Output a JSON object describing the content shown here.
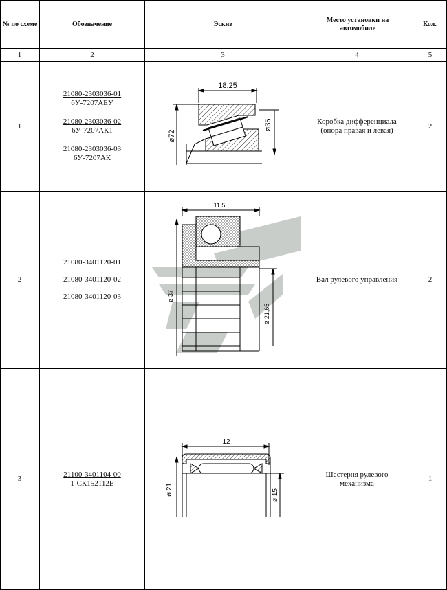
{
  "headers": {
    "no": "№ по схеме",
    "designation": "Обозначение",
    "sketch": "Эскиз",
    "place": "Место установки на автомобиле",
    "qty": "Кол."
  },
  "col_numbers": [
    "1",
    "2",
    "3",
    "4",
    "5"
  ],
  "rows": [
    {
      "no": "1",
      "designations": [
        {
          "code": "21080-2303036-01",
          "alt": "6У-7207АЕУ"
        },
        {
          "code": "21080-2303036-02",
          "alt": "6У-7207АК1"
        },
        {
          "code": "21080-2303036-03",
          "alt": "6У-7207АК"
        }
      ],
      "place": "Коробка дифференциала (опора правая и левая)",
      "qty": "2",
      "dims": {
        "width": "18,25",
        "outer": "ø72",
        "inner": "ø35"
      }
    },
    {
      "no": "2",
      "designations": [
        {
          "code": "21080-3401120-01"
        },
        {
          "code": "21080-3401120-02"
        },
        {
          "code": "21080-3401120-03"
        }
      ],
      "place": "Вал рулевого управления",
      "qty": "2",
      "dims": {
        "width": "11,5",
        "outer": "ø 37",
        "inner": "ø 21,65"
      }
    },
    {
      "no": "3",
      "designations": [
        {
          "code": "21100-3401104-00",
          "alt": "1-СК152112Е"
        }
      ],
      "place": "Шестерня рулевого механизма",
      "qty": "1",
      "dims": {
        "width": "12",
        "outer": "ø 21",
        "inner": "ø 15"
      }
    }
  ],
  "colors": {
    "line": "#000000",
    "hatch": "#333333",
    "watermark": "#b8bdb8"
  }
}
